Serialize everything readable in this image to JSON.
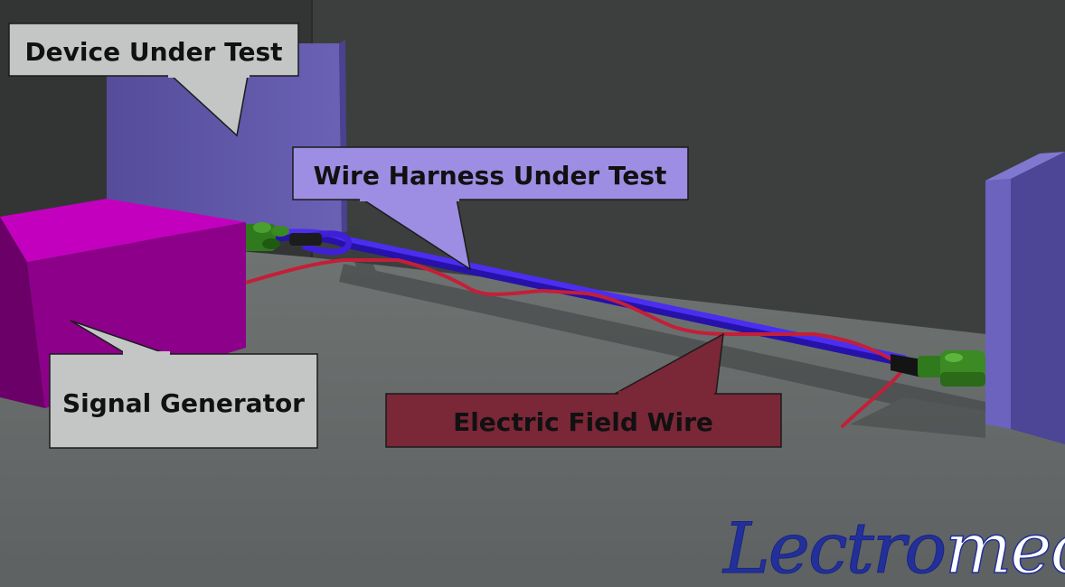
{
  "labels": {
    "device_under_test": "Device Under Test",
    "wire_harness_under_test": "Wire Harness Under Test",
    "signal_generator": "Signal Generator",
    "electric_field_wire": "Electric Field Wire"
  },
  "logo": {
    "part1": "Lectro",
    "part2": "mec"
  },
  "colors": {
    "callout_gray": "#c4c6c6",
    "callout_purple": "#9d8ee3",
    "callout_red": "#7a2737",
    "signal_generator": "#a4009f",
    "device_box": "#5d54a6",
    "harness_wire": "#3f1fd8",
    "field_wire": "#d62840",
    "connector": "#3b8a24",
    "logo_blue": "#23309a",
    "logo_white": "#ffffff"
  }
}
